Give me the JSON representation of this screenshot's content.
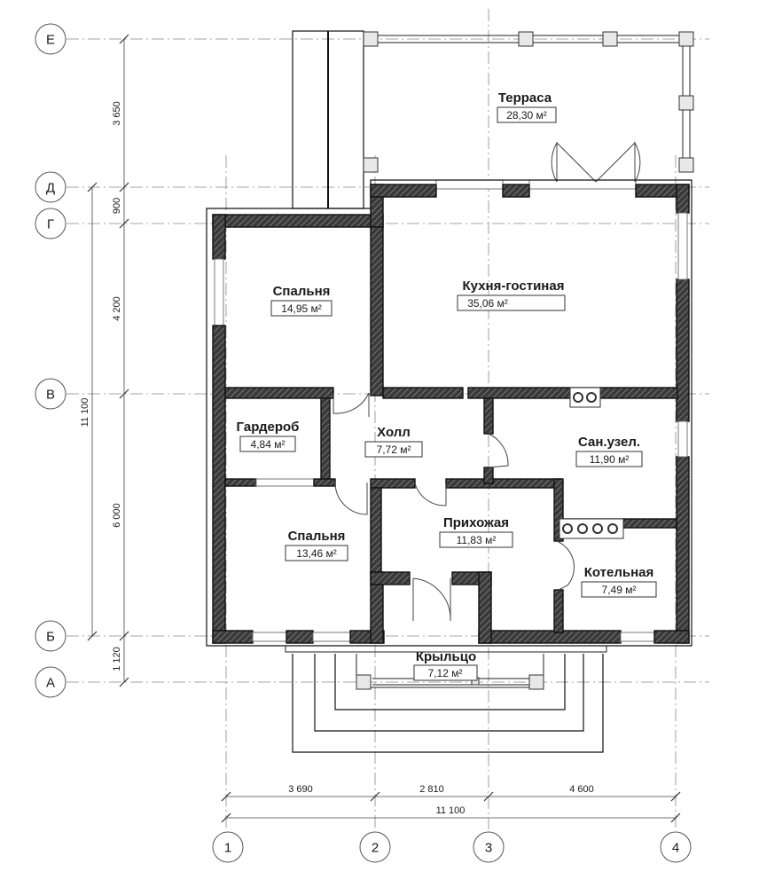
{
  "rooms": {
    "terrace": {
      "name": "Терраса",
      "area": "28,30 м²"
    },
    "kitchen": {
      "name": "Кухня-гостиная",
      "area": "35,06 м²"
    },
    "bedroom1": {
      "name": "Спальня",
      "area": "14,95 м²"
    },
    "wardrobe": {
      "name": "Гардероб",
      "area": "4,84 м²"
    },
    "hall": {
      "name": "Холл",
      "area": "7,72 м²"
    },
    "bathroom": {
      "name": "Сан.узел.",
      "area": "11,90 м²"
    },
    "bedroom2": {
      "name": "Спальня",
      "area": "13,46 м²"
    },
    "entrance": {
      "name": "Прихожая",
      "area": "11,83 м²"
    },
    "boiler": {
      "name": "Котельная",
      "area": "7,49 м²"
    },
    "porch": {
      "name": "Крыльцо",
      "area": "7,12 м²"
    }
  },
  "axes": {
    "rows": [
      "Е",
      "Д",
      "Г",
      "В",
      "Б",
      "А"
    ],
    "columns": [
      "1",
      "2",
      "3",
      "4"
    ]
  },
  "dimensions": {
    "vertical": [
      "3 650",
      "900",
      "4 200",
      "6 000",
      "1 120"
    ],
    "vertical_total": "11 100",
    "horizontal": [
      "3 690",
      "2 810",
      "4 600"
    ],
    "horizontal_total": "11 100"
  }
}
